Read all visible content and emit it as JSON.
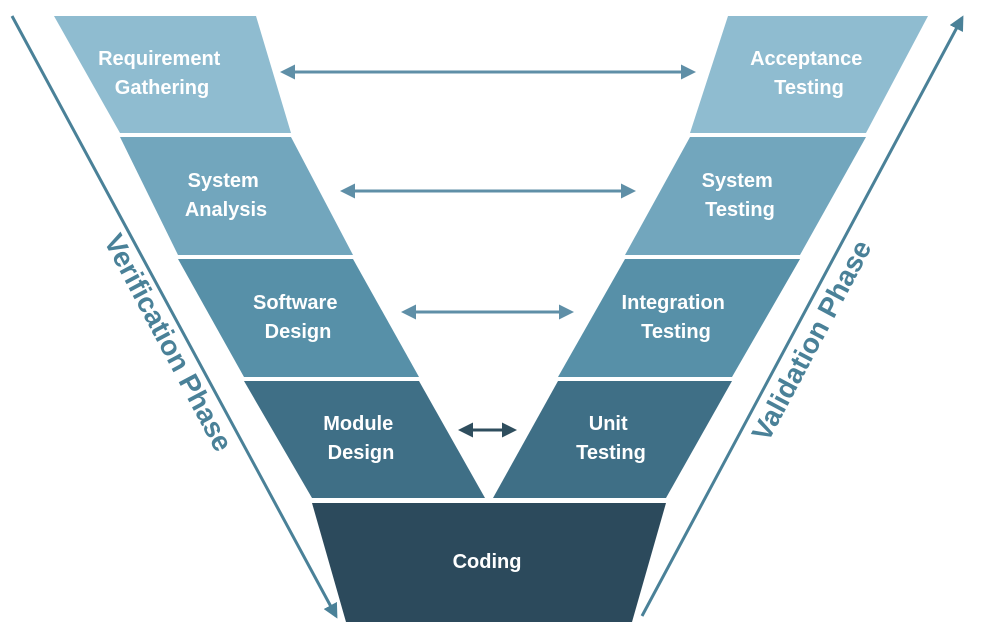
{
  "colors": {
    "level1": "#8fbcd0",
    "level2": "#72a6bd",
    "level3": "#5790a8",
    "level4": "#3f6f86",
    "base": "#2c4a5c",
    "arrow_light": "#5f8fa7",
    "arrow_dark": "#2f4e5e",
    "phase_arrow": "#4a8198"
  },
  "verification_stages": [
    {
      "line1": "Requirement",
      "line2": "Gathering"
    },
    {
      "line1": "System",
      "line2": "Analysis"
    },
    {
      "line1": "Software",
      "line2": "Design"
    },
    {
      "line1": "Module",
      "line2": "Design"
    }
  ],
  "validation_stages": [
    {
      "line1": "Acceptance",
      "line2": "Testing"
    },
    {
      "line1": "System",
      "line2": "Testing"
    },
    {
      "line1": "Integration",
      "line2": "Testing"
    },
    {
      "line1": "Unit",
      "line2": "Testing"
    }
  ],
  "base_stage": {
    "label": "Coding"
  },
  "phases": {
    "left": "Verification Phase",
    "right": "Validation Phase"
  }
}
